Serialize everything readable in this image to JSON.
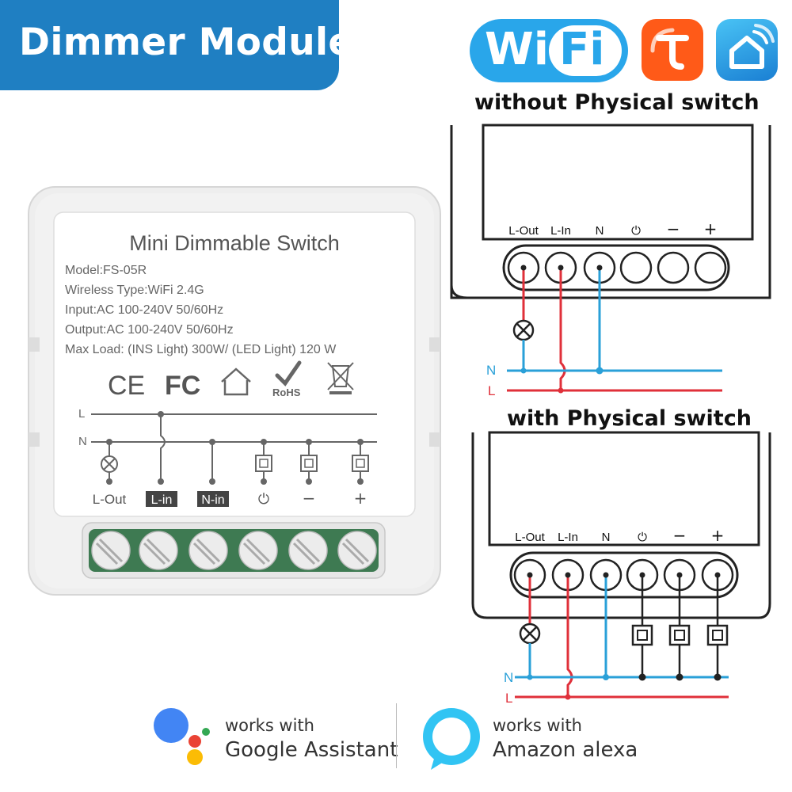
{
  "banner": {
    "title": "Dimmer Module"
  },
  "badges": {
    "wifi_left": "Wi",
    "wifi_right": "Fi",
    "tuya_icon": "tuya-smart-icon",
    "home_icon": "smart-home-icon"
  },
  "colors": {
    "banner": "#1f7fc2",
    "wire_live": "#e0303a",
    "wire_neutral": "#2aa0d8",
    "terminal_green": "#3e7a52"
  },
  "device": {
    "title": "Mini Dimmable Switch",
    "model": "Model:FS-05R",
    "wireless": "Wireless Type:WiFi 2.4G",
    "input": "Input:AC 100-240V 50/60Hz",
    "output": "Output:AC 100-240V 50/60Hz",
    "max_load": "Max  Load: (INS Light) 300W/ (LED Light) 120 W",
    "certs": {
      "ce": "CE",
      "fc": "FC",
      "rohs": "RoHS"
    },
    "schematic": {
      "line_l": "L",
      "line_n": "N",
      "terminals": [
        "L-Out",
        "L-in",
        "N-in",
        "⏻",
        "−",
        "+"
      ]
    }
  },
  "diagram_top": {
    "heading": "without Physical switch",
    "terminals": [
      "L-Out",
      "L-In",
      "N",
      "⏻",
      "−",
      "+"
    ],
    "line_n": "N",
    "line_l": "L"
  },
  "diagram_bottom": {
    "heading": "with Physical switch",
    "terminals": [
      "L-Out",
      "L-In",
      "N",
      "⏻",
      "−",
      "+"
    ],
    "line_n": "N",
    "line_l": "L"
  },
  "footer": {
    "google_small": "works with",
    "google_big": "Google Assistant",
    "alexa_small": "works with",
    "alexa_big": "Amazon alexa"
  }
}
